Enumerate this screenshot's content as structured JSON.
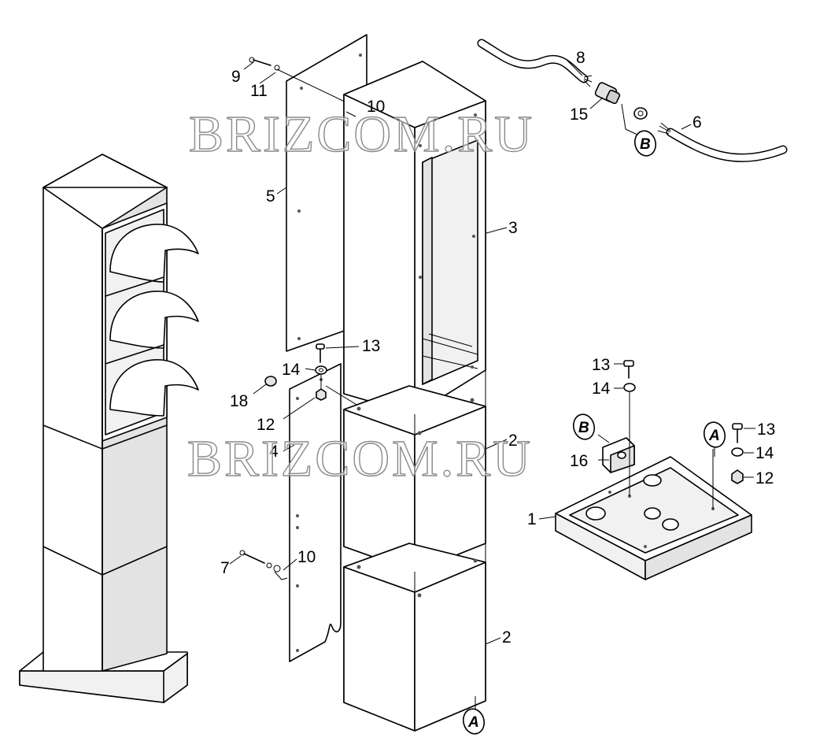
{
  "watermark": "BRIZCOM.RU",
  "callouts": {
    "p1": "1",
    "p2a": "2",
    "p2b": "2",
    "p3": "3",
    "p4": "4",
    "p5": "5",
    "p6": "6",
    "p7": "7",
    "p8": "8",
    "p9": "9",
    "p10a": "10",
    "p10b": "10",
    "p11": "11",
    "p12a": "12",
    "p12b": "12",
    "p13a": "13",
    "p13b": "13",
    "p13c": "13",
    "p14a": "14",
    "p14b": "14",
    "p14c": "14",
    "p15": "15",
    "p16": "16",
    "p18": "18"
  },
  "badges": {
    "a_bottom": "A",
    "a_base": "A",
    "b_cable": "B",
    "b_bracket": "B"
  }
}
